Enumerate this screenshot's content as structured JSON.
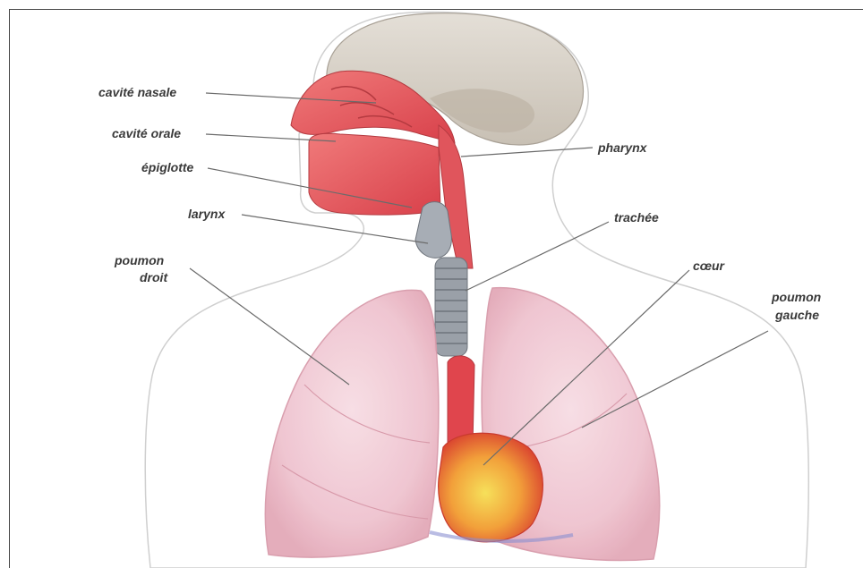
{
  "labels": {
    "cavite_nasale": "cavité nasale",
    "cavite_orale": "cavité orale",
    "epiglotte": "épiglotte",
    "larynx": "larynx",
    "poumon_droit_1": "poumon",
    "poumon_droit_2": "droit",
    "pharynx": "pharynx",
    "trachee": "trachée",
    "coeur": "cœur",
    "poumon_gauche_1": "poumon",
    "poumon_gauche_2": "gauche"
  },
  "colors": {
    "skin_outline": "#c9c9c9",
    "skull": "#d8d2c8",
    "airway_red": "#e8545a",
    "lung_pink": "#f2c9d3",
    "heart": "#f3b23a",
    "trachea_grey": "#9aa0a8",
    "label_text": "#3a3a3a"
  }
}
